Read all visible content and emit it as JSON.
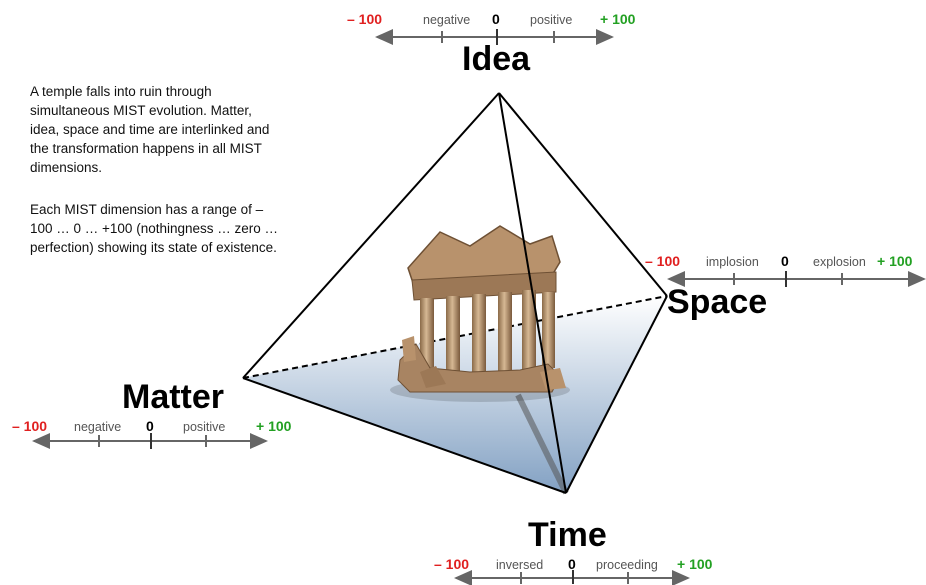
{
  "description": {
    "para1": "A temple falls into ruin through simultaneous MIST evolution. Matter, idea, space and time are interlinked and the transformation happens in all MIST dimensions.",
    "para2": "Each MIST dimension has a range of – 100 … 0 … +100 (nothingness … zero … perfection) showing its state of existence."
  },
  "dimensions": {
    "idea": {
      "title": "Idea",
      "min": "– 100",
      "low": "negative",
      "zero": "0",
      "high": "positive",
      "max": "+ 100"
    },
    "space": {
      "title": "Space",
      "min": "– 100",
      "low": "implosion",
      "zero": "0",
      "high": "explosion",
      "max": "+ 100"
    },
    "matter": {
      "title": "Matter",
      "min": "– 100",
      "low": "negative",
      "zero": "0",
      "high": "positive",
      "max": "+ 100"
    },
    "time": {
      "title": "Time",
      "min": "– 100",
      "low": "inversed",
      "zero": "0",
      "high": "proceeding",
      "max": "+ 100"
    }
  },
  "colors": {
    "negative": "#e02020",
    "positive": "#22a022",
    "axis": "#666666"
  },
  "image": {
    "subject": "temple-ruin-illustration"
  }
}
